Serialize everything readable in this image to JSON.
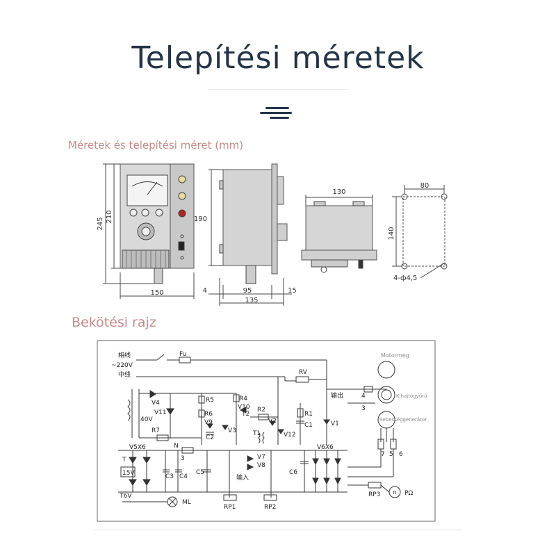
{
  "header": {
    "title": "Telepítési méretek"
  },
  "icons": {
    "menu": "menu-lines-icon"
  },
  "sections": {
    "dimensions_label": "Méretek és telepítési méret (mm)",
    "wiring_label": "Bekötési rajz"
  },
  "dimensions": {
    "front_height_total": "245",
    "front_height_inner": "210",
    "front_width": "150",
    "side_height": "190",
    "side_left": "4",
    "side_mid": "95",
    "side_right": "15",
    "side_total": "135",
    "top_width": "130",
    "mount_width": "80",
    "mount_height": "140",
    "holes": "4-ф4,5"
  },
  "wiring": {
    "live": "相线",
    "voltage": "~220V",
    "neutral": "中线",
    "fuse": "Fu",
    "rv": "RV",
    "out": "输出",
    "in": "输入",
    "motor": "Motormeg",
    "clutch": "Kihajtógyűrű",
    "generator": "Sebességgenerátor",
    "t_label": "T",
    "v4": "V4",
    "v11": "V11",
    "v40": "40V",
    "r7": "R7",
    "r5": "R5",
    "r6": "R6",
    "r4": "R4",
    "v9": "V9",
    "c2": "C2",
    "v10": "V10",
    "t2": "T2",
    "v3": "V3",
    "r2": "R2",
    "v2": "V2",
    "t1": "T1",
    "v12": "V12",
    "r1": "R1",
    "c1": "C1",
    "v1": "V1",
    "v5x6": "V5X6",
    "n": "N",
    "n3": "3",
    "c3": "C3",
    "c4": "C4",
    "c5": "C5",
    "v7": "V7",
    "v8": "V8",
    "v6x6": "V6X6",
    "c6": "C6",
    "v15": "15V",
    "t6v": "T6V",
    "ml": "ML",
    "rp1": "RP1",
    "rp2": "RP2",
    "rp3": "RP3",
    "n_node": "n",
    "pomega": "PΩ",
    "n4": "4",
    "n3b": "3",
    "n7": "7",
    "n5": "5",
    "n6": "6"
  }
}
